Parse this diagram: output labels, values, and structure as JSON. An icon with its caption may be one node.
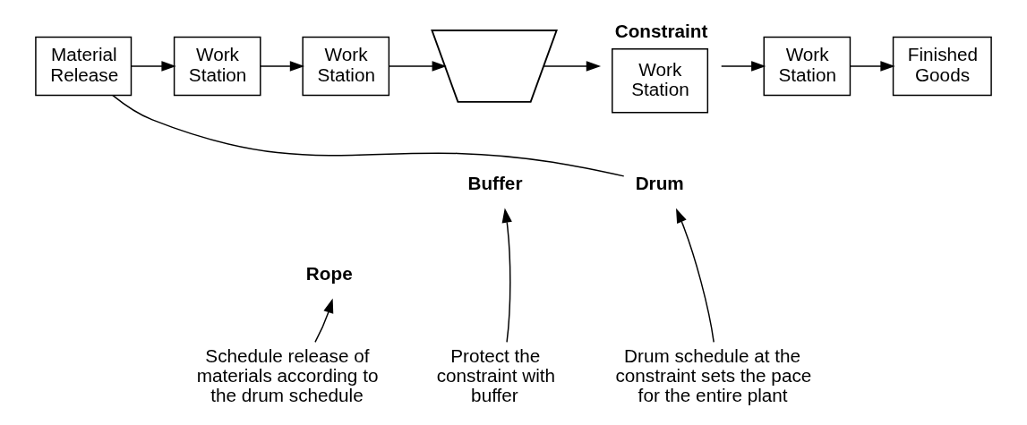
{
  "diagram": {
    "nodes": [
      {
        "text": [
          "Material Release"
        ]
      },
      {
        "text": [
          "Work Station"
        ]
      },
      {
        "text": [
          "Work Station"
        ]
      },
      {
        "text": [],
        "shape": "funnel"
      },
      {
        "text": [
          "Work Station"
        ],
        "beside": [
          "Constraint"
        ]
      },
      {
        "text": [
          "Work Station"
        ]
      },
      {
        "text": [
          "Finished Goods"
        ]
      },
      {
        "text": [
          "Buffer"
        ]
      },
      {
        "text": [
          "Drum"
        ]
      },
      {
        "text": [
          "Rope"
        ]
      },
      {
        "text": [
          "Schedule release of materials according to the drum schedule"
        ]
      },
      {
        "text": [
          "Protect the constraint with buffer"
        ]
      },
      {
        "text": [
          "Drum schedule at the constraint sets the pace for the entire plant"
        ]
      }
    ],
    "edges": [
      {
        "from": 0,
        "to": 1,
        "arrow": "to"
      },
      {
        "from": 1,
        "to": 2,
        "arrow": "to"
      },
      {
        "from": 2,
        "to": 3,
        "arrow": "to"
      },
      {
        "from": 3,
        "to": 4,
        "arrow": "to"
      },
      {
        "from": 4,
        "to": 5,
        "arrow": "to"
      },
      {
        "from": 5,
        "to": 6,
        "arrow": "to"
      },
      {
        "from": 0,
        "to": 8,
        "arrow": "none"
      },
      {
        "from": 10,
        "to": 9,
        "arrow": "to"
      },
      {
        "from": 11,
        "to": 7,
        "arrow": "to"
      },
      {
        "from": 12,
        "to": 8,
        "arrow": "to"
      }
    ]
  }
}
